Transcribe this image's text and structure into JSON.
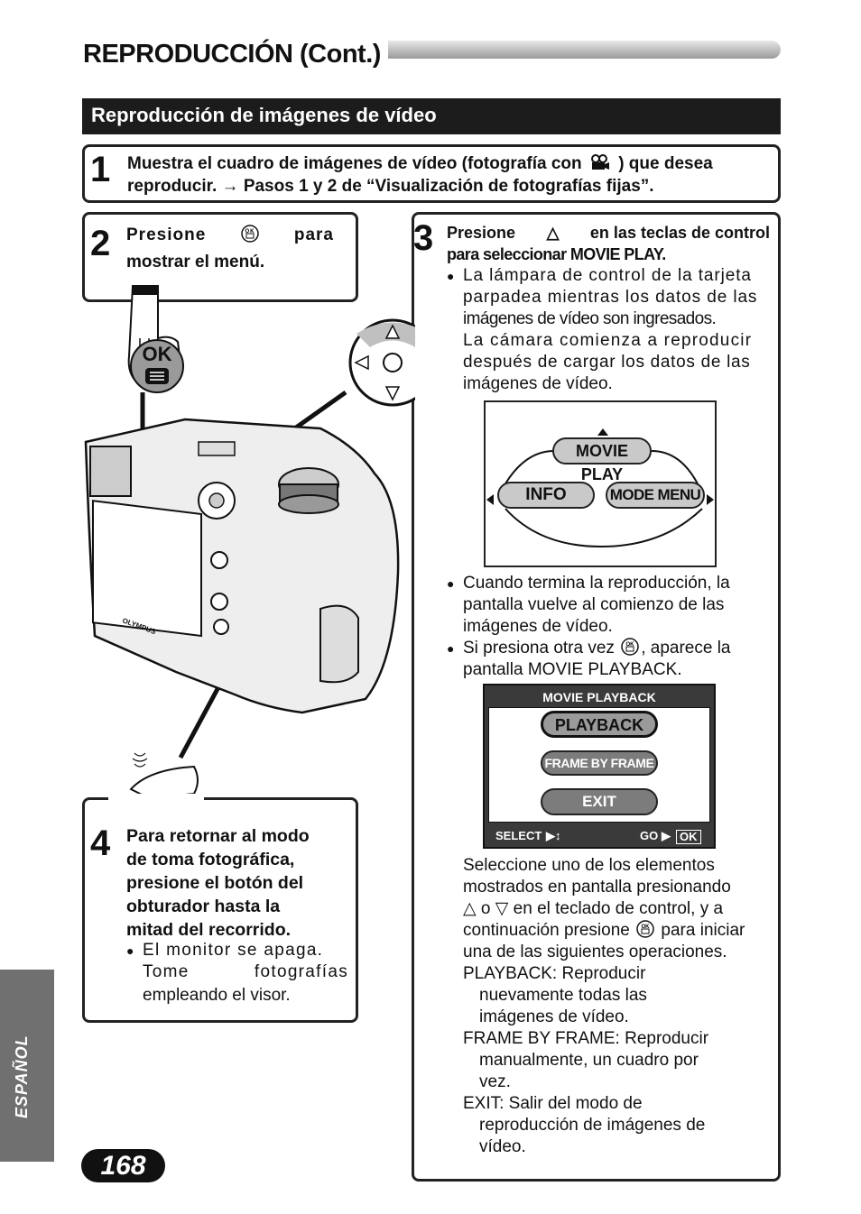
{
  "header": {
    "title": "REPRODUCCIÓN (Cont.)",
    "section_title": "Reproducción de imágenes de vídeo"
  },
  "step1": {
    "number": "1",
    "line1": "Muestra el cuadro de imágenes de vídeo (fotografía con",
    "line1_end": ") que desea",
    "line2": "reproducir.",
    "line2_end": "Pasos 1 y 2 de “Visualización de fotografías fijas”."
  },
  "step2": {
    "number": "2",
    "line1_a": "Presione",
    "line1_b": "para",
    "line2": "mostrar el menú.",
    "ok_label": "OK"
  },
  "step3": {
    "number": "3",
    "line1_a": "Presione",
    "line1_b": "en las teclas de control",
    "line2": "para seleccionar MOVIE PLAY.",
    "b1_l1": "La lámpara de control de la tarjeta",
    "b1_l2": "parpadea mientras los datos de las",
    "b1_l3": "imágenes de vídeo son ingresados.",
    "b1_l4": "La cámara comienza a reproducir",
    "b1_l5": "después de cargar los datos de las",
    "b1_l6": "imágenes de vídeo.",
    "menu": {
      "movie_play": "MOVIE PLAY",
      "info": "INFO",
      "mode_menu": "MODE MENU"
    },
    "b2_l1": "Cuando termina la reproducción, la",
    "b2_l2": "pantalla vuelve al comienzo de las",
    "b2_l3": "imágenes de vídeo.",
    "b3_l1_a": "Si presiona otra vez",
    "b3_l1_b": ", aparece la",
    "b3_l2": "pantalla MOVIE PLAYBACK.",
    "playback_screen": {
      "title": "MOVIE PLAYBACK",
      "opt1": "PLAYBACK",
      "opt2": "FRAME BY FRAME",
      "opt3": "EXIT",
      "footer_select": "SELECT",
      "footer_go": "GO",
      "footer_ok": "OK"
    },
    "p_l1": "Seleccione uno de los elementos",
    "p_l2": "mostrados en pantalla presionando",
    "p_l3_a": "o",
    "p_l3_b": "en el teclado de control, y a",
    "p_l4_a": "continuación presione",
    "p_l4_b": "para iniciar",
    "p_l5": "una de las siguientes operaciones.",
    "d1_l1": "PLAYBACK: Reproducir",
    "d1_l2": "nuevamente todas las",
    "d1_l3": "imágenes de vídeo.",
    "d2_l1": "FRAME BY FRAME: Reproducir",
    "d2_l2": "manualmente, un cuadro por",
    "d2_l3": "vez.",
    "d3_l1": "EXIT: Salir del modo de",
    "d3_l2": "reproducción de imágenes de",
    "d3_l3": "vídeo."
  },
  "step4": {
    "number": "4",
    "l1": "Para retornar al modo",
    "l2": "de toma fotográfica,",
    "l3": "presione el botón del",
    "l4": "obturador hasta la",
    "l5": "mitad del recorrido.",
    "b_l1": "El monitor se apaga.",
    "b_l2_a": "Tome",
    "b_l2_b": "fotografías",
    "b_l3": "empleando el visor."
  },
  "camera": {
    "brand": "OLYMPUS"
  },
  "sidebar": {
    "language": "ESPAÑOL"
  },
  "page_number": "168"
}
